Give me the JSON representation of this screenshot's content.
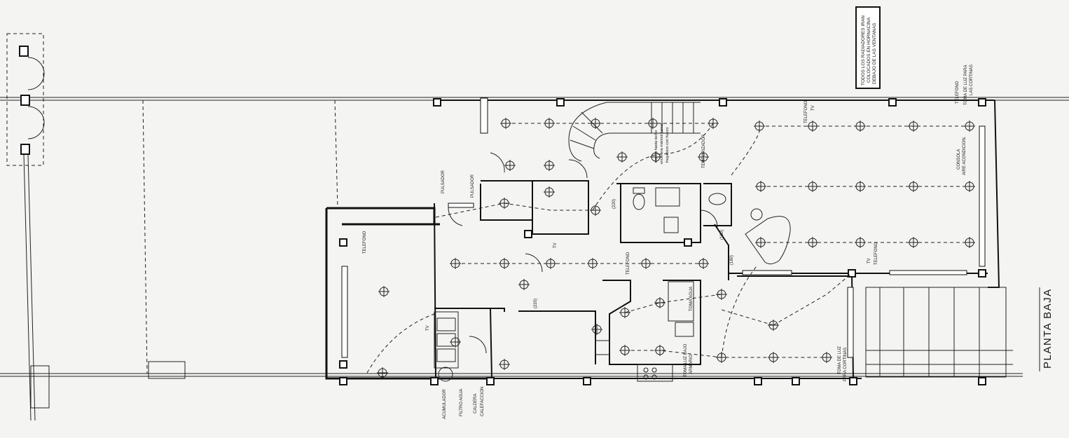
{
  "plan": {
    "title": "PLANTA BAJA",
    "note_lines": [
      "TODOS LOS RADIADORES IRAN",
      "COLOCADOS EN HORNACINA",
      "DEBAJO DE LAS VENTANAS"
    ],
    "mirror_note_lines": [
      "espejo hasta techo",
      "encimera mármol (ama)",
      "fregadero con hueco"
    ],
    "labels": {
      "pulsador_a": "PULSADOR",
      "pulsador_b": "PULSADOR",
      "temporizador": "TEMPORIZADOR",
      "telefono_left": "TELEFONO",
      "telefono_center": "TELEFONO",
      "telefono_top": "TELEFONO",
      "telefono_right": "TELEFONO",
      "tv_top": "TV",
      "tv_right": "TV",
      "tv_center": "TV",
      "tv_left": "TV",
      "toma_luz_cortinas_top": "TOMA DE LUZ PARA",
      "las_cortinas_top": "LAS CORTINAS",
      "consola": "CONSOLA",
      "aire_acondicion": "AIRE ACONDICION.",
      "toma_agua": "TOMA AGUA",
      "toma_luz_bajo": "TOMA LUZ BAJO",
      "armario": "ARMARIO",
      "toma_luz_cortina_bottom_a": "TOMA DE LUZ",
      "toma_luz_cortina_bottom_b": "PARA CORTINAS",
      "acumulador": "ACUMULADOR",
      "filtro_agua": "FILTRO AGUA",
      "caldera": "CALDERA",
      "calefaccion": "CALEFACCION",
      "dim_220_a": "(220)",
      "dim_220_b": "(220)",
      "dim_180": "(180)",
      "dim_180_b": "(180)"
    }
  },
  "colors": {
    "paper": "#f4f4f2",
    "ink": "#111111"
  }
}
